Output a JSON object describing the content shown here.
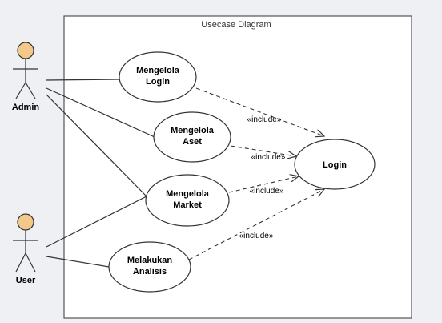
{
  "diagram": {
    "title": "Usecase Diagram",
    "actors": [
      {
        "id": "admin",
        "label": "Admin"
      },
      {
        "id": "user",
        "label": "User"
      }
    ],
    "usecases": [
      {
        "id": "uc1",
        "lines": [
          "Mengelola",
          "Login"
        ]
      },
      {
        "id": "uc2",
        "lines": [
          "Mengelola",
          "Aset"
        ]
      },
      {
        "id": "uc3",
        "lines": [
          "Mengelola",
          "Market"
        ]
      },
      {
        "id": "uc4",
        "lines": [
          "Melakukan",
          "Analisis"
        ]
      },
      {
        "id": "uc5",
        "lines": [
          "Login"
        ]
      }
    ],
    "associations": [
      {
        "actor": "admin",
        "usecase": "uc1"
      },
      {
        "actor": "admin",
        "usecase": "uc2"
      },
      {
        "actor": "admin",
        "usecase": "uc3"
      },
      {
        "actor": "user",
        "usecase": "uc3"
      },
      {
        "actor": "user",
        "usecase": "uc4"
      }
    ],
    "includes": [
      {
        "from": "uc1",
        "to": "uc5",
        "label": "«include»"
      },
      {
        "from": "uc2",
        "to": "uc5",
        "label": "«include»"
      },
      {
        "from": "uc3",
        "to": "uc5",
        "label": "«include»"
      },
      {
        "from": "uc4",
        "to": "uc5",
        "label": "«include»"
      }
    ],
    "colors": {
      "usecase_fill": "#ffffff",
      "actor_head_fill": "#f2c98a",
      "line": "#333333",
      "boundary": "#555555"
    }
  }
}
